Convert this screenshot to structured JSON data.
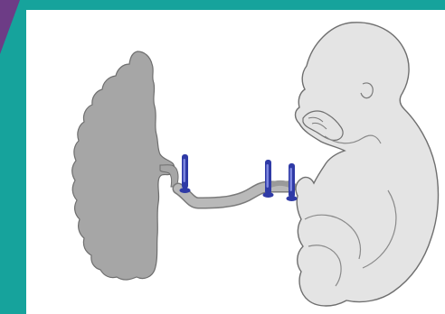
{
  "figure": {
    "subject": "placenta-umbilical-cord-clamped-fetus",
    "colors": {
      "frame_teal": "#16a39c",
      "corner_accent": "#6d3c86",
      "panel_white": "#ffffff",
      "placenta_fill": "#a6a6a6",
      "placenta_outline": "#6e6e6e",
      "cord_fill": "#b9b9b9",
      "fetus_fill": "#e4e4e4",
      "fetus_outline": "#6f6f6f",
      "clamp_blue": "#2f3aa6",
      "clamp_highlight": "#7c86df"
    },
    "elements": {
      "placenta": "placenta-shape",
      "cord": "umbilical-cord-shape",
      "clamps": [
        "clamp-icon",
        "clamp-icon",
        "clamp-icon"
      ],
      "fetus": "fetus-shape"
    }
  }
}
